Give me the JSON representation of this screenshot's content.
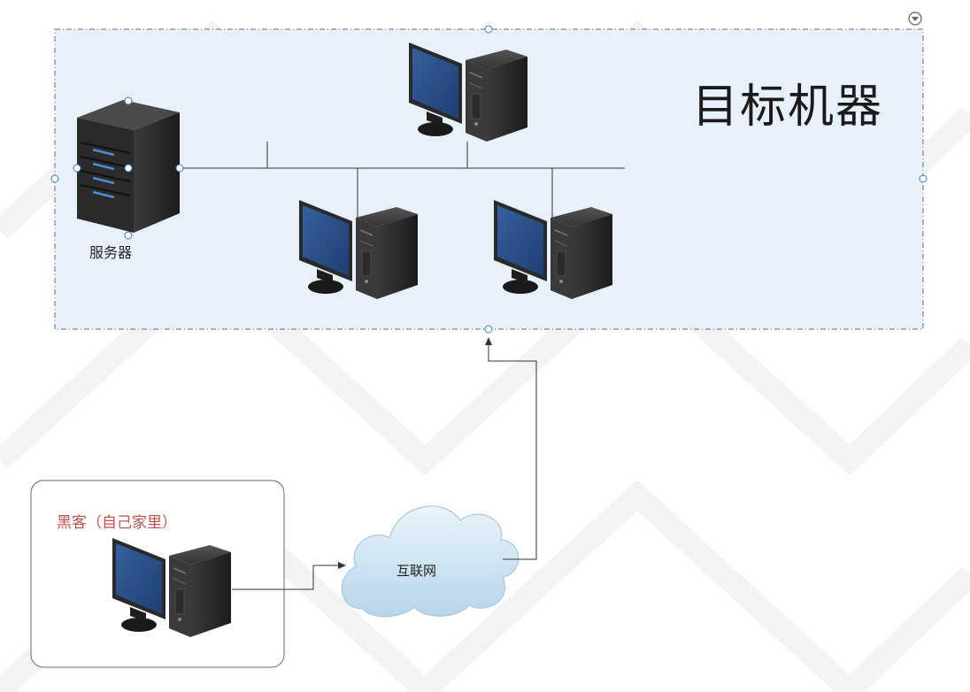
{
  "diagram": {
    "target_group": {
      "title": "目标机器"
    },
    "server": {
      "label": "服务器"
    },
    "hacker_group": {
      "title": "黑客（自己家里）"
    },
    "internet": {
      "label": "互联网"
    }
  },
  "colors": {
    "group_fill": "#e8f0fb",
    "group_border": "#6b6b6b",
    "hacker_label": "#c0504d",
    "monitor_screen": "#2b4f8a",
    "case_body": "#262626",
    "server_light": "#4a90d9",
    "selection_handle": "#3c78d8",
    "cloud_fill": "#cfe3f1"
  },
  "icons": [
    "collapse-toggle-icon",
    "server-icon",
    "computer-icon",
    "cloud-icon"
  ]
}
